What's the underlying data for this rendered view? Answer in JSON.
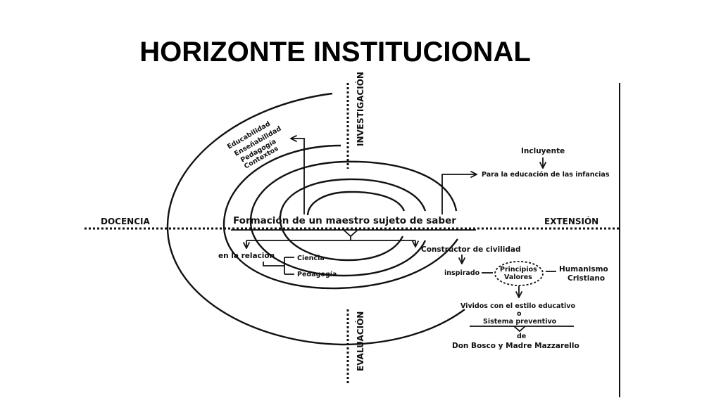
{
  "title": "HORIZONTE INSTITUCIONAL",
  "axes": {
    "top": "INVESTIGACIÓN",
    "left": "DOCENCIA",
    "right": "EXTENSIÓN",
    "bottom": "EVALUACIÓN"
  },
  "center": "Formación de un maestro sujeto de saber",
  "upper_left_list": [
    "Educabilidad",
    "Enseñabilidad",
    "Pedagogía",
    "Contextos"
  ],
  "upper_right": {
    "top": "Incluyente",
    "target": "Para la educación de las infancias"
  },
  "lower_left": {
    "relation": "en la relación",
    "branches": [
      "Ciencia",
      "Pedagogía"
    ]
  },
  "lower_right": {
    "constructor": "Constructor de civilidad",
    "inspired": "inspirado",
    "principles": [
      "Principios",
      "Valores"
    ],
    "humanism": [
      "Humanismo",
      "Cristiano"
    ],
    "lived": "Vividos con el estilo educativo",
    "or": "o",
    "system": "Sistema preventivo",
    "of": "de",
    "founders": "Don Bosco y Madre Mazzarello"
  }
}
